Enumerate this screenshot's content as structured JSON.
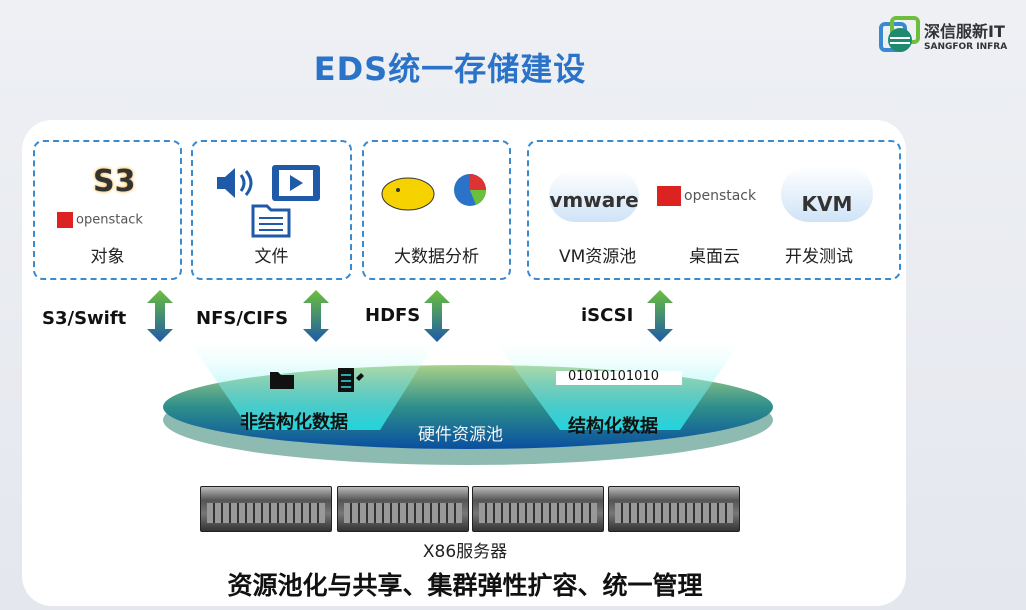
{
  "title": "EDS统一存储建设",
  "logo": {
    "cn": "深信服新IT",
    "en": "SANGFOR INFRA"
  },
  "boxes": [
    {
      "label": "对象",
      "icons": [
        "S3",
        "openstack"
      ]
    },
    {
      "label": "文件"
    },
    {
      "label": "大数据分析"
    },
    {
      "labels": [
        "VM资源池",
        "桌面云",
        "开发测试"
      ],
      "icons": [
        "vmware",
        "openstack",
        "KVM"
      ]
    }
  ],
  "protocols": [
    "S3/Swift",
    "NFS/CIFS",
    "HDFS",
    "iSCSI"
  ],
  "pool": {
    "unstructured": "非结构化数据",
    "center": "硬件资源池",
    "structured": "结构化数据",
    "binary": "01010101010"
  },
  "servers_label": "X86服务器",
  "footer": "资源池化与共享、集群弹性扩容、统一管理",
  "colors": {
    "title": "#2a73c8",
    "dash": "#3a8ad0",
    "green": "#6cbf3c",
    "blue": "#1e5aa8"
  }
}
